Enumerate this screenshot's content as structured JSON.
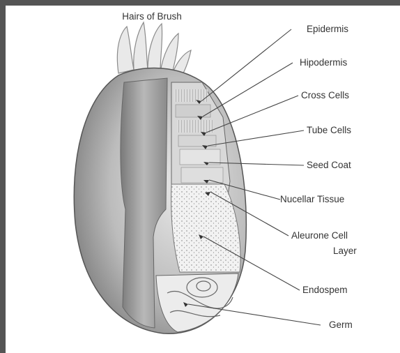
{
  "diagram": {
    "labels": {
      "hairs": "Hairs of Brush",
      "epidermis": "Epidermis",
      "hipodermis": "Hipodermis",
      "cross_cells": "Cross Cells",
      "tube_cells": "Tube Cells",
      "seed_coat": "Seed Coat",
      "nucellar": "Nucellar Tissue",
      "aleurone_1": "Aleurone Cell",
      "aleurone_2": "Layer",
      "endosperm": "Endospem",
      "germ": "Germ"
    }
  }
}
